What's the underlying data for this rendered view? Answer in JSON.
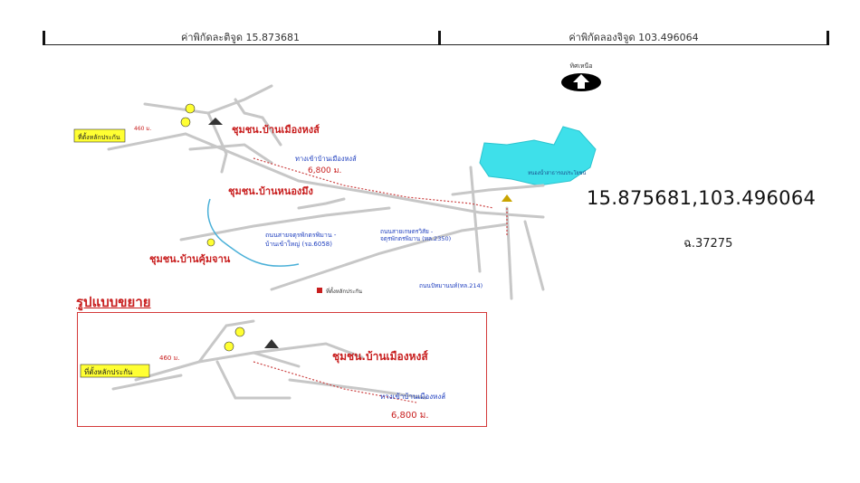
{
  "header": {
    "latitude_label": "ค่าพิกัดละติจูด 15.873681",
    "longitude_label": "ค่าพิกัดลองจิจูด 103.496064"
  },
  "north": {
    "label": "ทิศเหนือ"
  },
  "coordinates": "15.875681,103.496064",
  "code": "ฉ.37275",
  "map": {
    "community_main": "ชุมชน.บ้านเมืองหงส์",
    "community_2": "ชุมชน.บ้านหนองมึง",
    "community_3": "ชุมชน.บ้านคุ้มจาน",
    "entrance": "ทางเข้าบ้านเมืองหงส์",
    "distance": "6,800 ม.",
    "marker_label": "ที่ตั้งหลักประกัน",
    "legend_label": "ที่ตั้งหลักประกัน",
    "road_1": "ถนนสายจตุรพักตรพิมาน -",
    "road_1b": "บ้านเข้าใหญ่ (รอ.6058)",
    "road_2": "ถนนสายเกษตรวิสัย -",
    "road_2b": "จตุรพักตรพิมาน (ทล.2350)",
    "road_3": "ถนนปัทมานนท์(ทล.214)",
    "reservoir": "หนองน้ำสาธารณประโยชน์",
    "distance_small": "460 ม."
  },
  "zoom": {
    "title": "รูปแบบขยาย",
    "community": "ชุมชน.บ้านเมืองหงส์",
    "entrance": "ทางเข้าบ้านเมืองหงส์",
    "distance": "6,800 ม.",
    "marker_label": "ที่ตั้งหลักประกัน",
    "distance_small": "460 ม."
  },
  "colors": {
    "water": "#3ee0ea",
    "road": "#c7c7c7",
    "label_red": "#c81e1e",
    "label_blue": "#1f3fbf",
    "marker": "#ffff33"
  }
}
